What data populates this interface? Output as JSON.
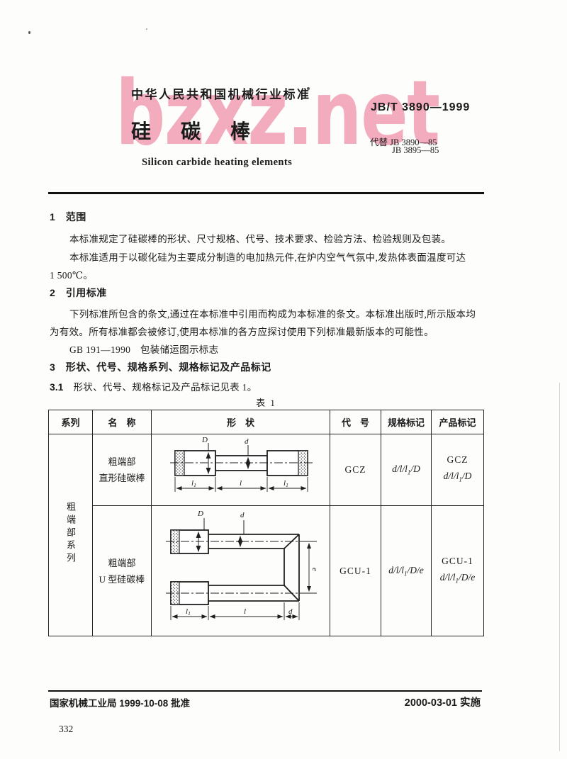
{
  "page": {
    "page_number": "332",
    "watermark": "bzxz.net"
  },
  "header": {
    "standard_type": "中华人民共和国机械行业标准",
    "standard_code": "JB/T 3890—1999",
    "title_cn": "硅　碳　棒",
    "replaces_line1": "代替 JB 3890—85",
    "replaces_line2": "JB 3895—85",
    "title_en": "Silicon carbide heating elements"
  },
  "body": {
    "s1_heading": "1　范围",
    "s1_p1": "本标准规定了硅碳棒的形状、尺寸规格、代号、技术要求、检验方法、检验规则及包装。",
    "s1_p2_line1": "本标准适用于以碳化硅为主要成分制造的电加热元件,在炉内空气气氛中,发热体表面温度可达",
    "s1_p2_line2": "1 500℃。",
    "s2_heading": "2　引用标准",
    "s2_p1_line1": "下列标准所包含的条文,通过在本标准中引用而构成为本标准的条文。本标准出版时,所示版本均",
    "s2_p1_line2": "为有效。所有标准都会被修订,使用本标准的各方应探讨使用下列标准最新版本的可能性。",
    "s2_ref": "GB 191—1990　包装储运图示标志",
    "s3_heading": "3　形状、代号、规格系列、规格标记及产品标记",
    "s31_num": "3.1",
    "s31_text": "形状、代号、规格标记及产品标记见表 1。"
  },
  "table": {
    "caption": "表 1",
    "headers": [
      "系列",
      "名　称",
      "形　状",
      "代　号",
      "规格标记",
      "产品标记"
    ],
    "series_label": "粗端部系列",
    "rows": [
      {
        "name1": "粗端部",
        "name2": "直形硅碳棒",
        "code": "GCZ",
        "spec": {
          "a": "d/l/l",
          "sub": "1",
          "b": "/D"
        },
        "prod1": "GCZ",
        "prod2": {
          "a": "d/l/l",
          "sub": "1",
          "b": "/D"
        }
      },
      {
        "name1": "粗端部",
        "name2": "U 型硅碳棒",
        "code": "GCU-1",
        "spec": {
          "a": "d/l/l",
          "sub": "1",
          "b": "/D/e"
        },
        "prod1": "GCU-1",
        "prod2": {
          "a": "d/l/l",
          "sub": "1",
          "b": "/D/e"
        }
      }
    ],
    "dims": {
      "D": "D",
      "d": "d",
      "l": "l",
      "l1_main": "l",
      "l1_sub": "1",
      "e": "e"
    }
  },
  "footer": {
    "approval": "国家机械工业局 1999-10-08 批准",
    "implementation": "2000-03-01 实施"
  },
  "colors": {
    "watermark": "#f3abbe",
    "ink": "#1b1b1b"
  }
}
